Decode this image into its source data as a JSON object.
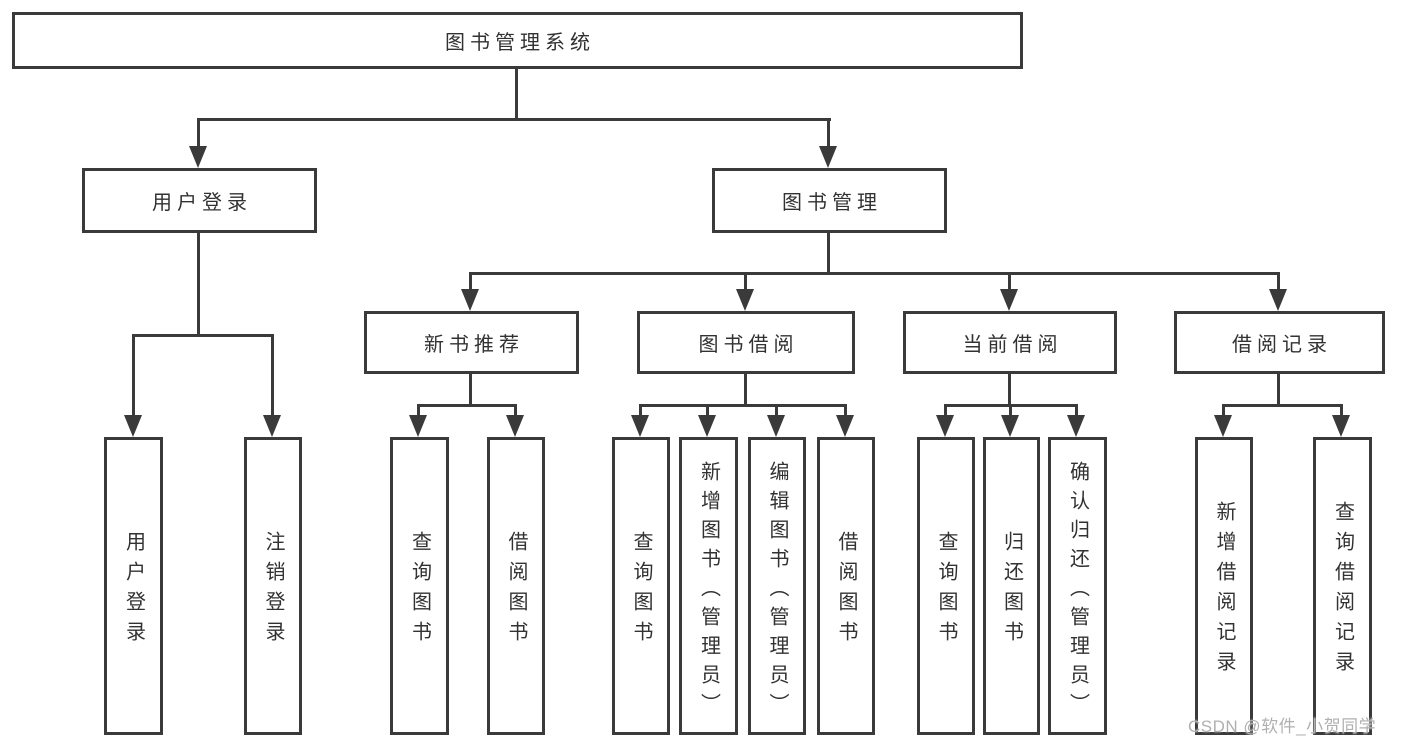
{
  "nodes": {
    "root": "图书管理系统",
    "user_login": "用户登录",
    "book_mgmt": "图书管理",
    "new_book": "新书推荐",
    "book_borrow": "图书借阅",
    "current_borrow": "当前借阅",
    "borrow_record": "借阅记录",
    "leaf_user_login": "用户登录",
    "leaf_user_logout": "注销登录",
    "leaf_nb_query": "查询图书",
    "leaf_nb_borrow": "借阅图书",
    "leaf_bb_query": "查询图书",
    "leaf_bb_add": "新增图书（管理员）",
    "leaf_bb_edit": "编辑图书（管理员）",
    "leaf_bb_borrow": "借阅图书",
    "leaf_cb_query": "查询图书",
    "leaf_cb_return": "归还图书",
    "leaf_cb_confirm": "确认归还（管理员）",
    "leaf_br_add": "新增借阅记录",
    "leaf_br_query": "查询借阅记录"
  },
  "watermark": "CSDN @软件_小贺同学",
  "colors": {
    "line": "#3a3a3a",
    "text": "#323232",
    "watermark": "#b0b0b0",
    "background": "#ffffff"
  }
}
